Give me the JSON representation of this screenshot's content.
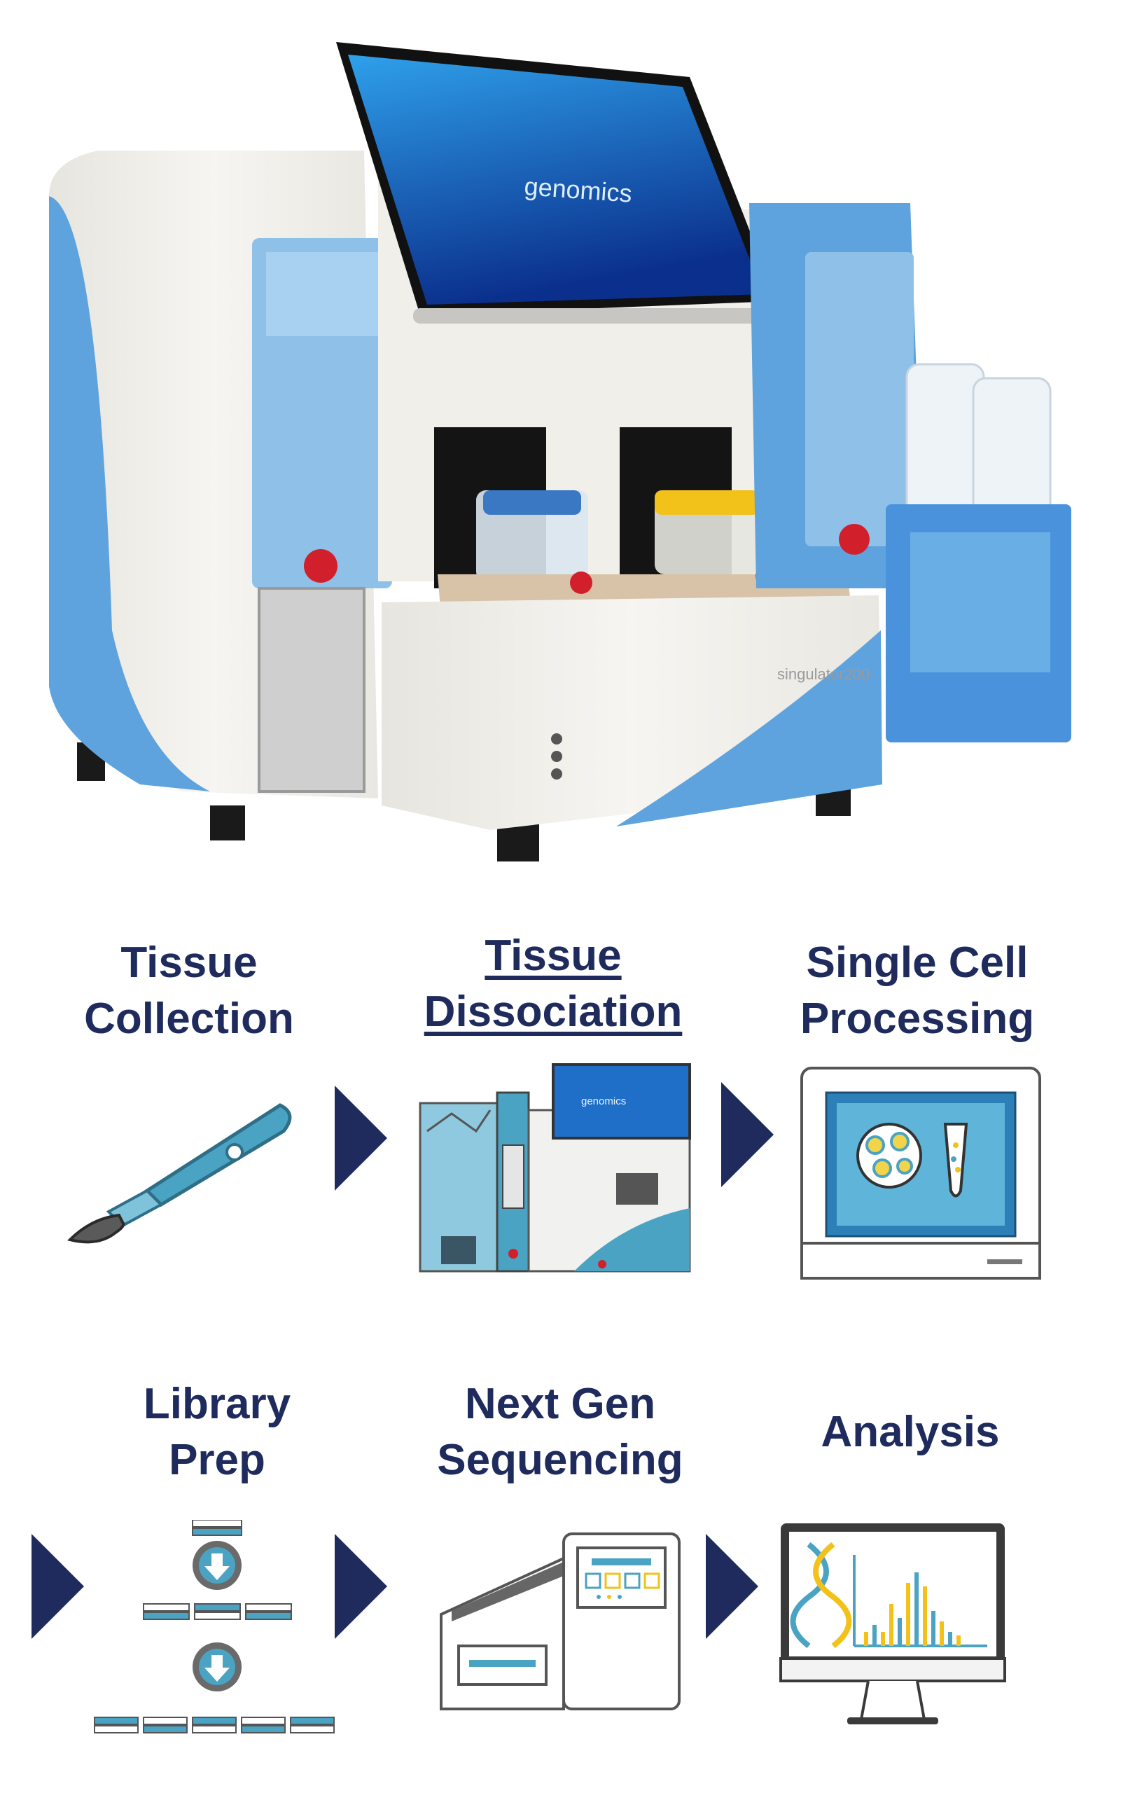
{
  "hero": {
    "screen_brand": "genomics",
    "product_model": "singulator200"
  },
  "workflow": {
    "steps": [
      {
        "label": "Tissue\nCollection",
        "icon": "scalpel-icon",
        "current": false
      },
      {
        "label": "Tissue\nDissociation",
        "icon": "singulator-instrument-icon",
        "current": true
      },
      {
        "label": "Single Cell\nProcessing",
        "icon": "cell-processing-monitor-icon",
        "current": false
      },
      {
        "label": "Library\nPrep",
        "icon": "library-prep-icon",
        "current": false
      },
      {
        "label": "Next Gen\nSequencing",
        "icon": "sequencer-icon",
        "current": false
      },
      {
        "label": "Analysis",
        "icon": "analysis-monitor-icon",
        "current": false
      }
    ],
    "icon_brand": "genomics"
  },
  "colors": {
    "label_navy": "#1e2b5c",
    "arrow_navy": "#1e2b5c",
    "instrument_blue": "#5ea3de",
    "screen_blue": "#1f6fc9",
    "icon_teal": "#4aa3c2",
    "knob_red": "#d11f2b",
    "cap_yellow": "#f2c21b"
  }
}
